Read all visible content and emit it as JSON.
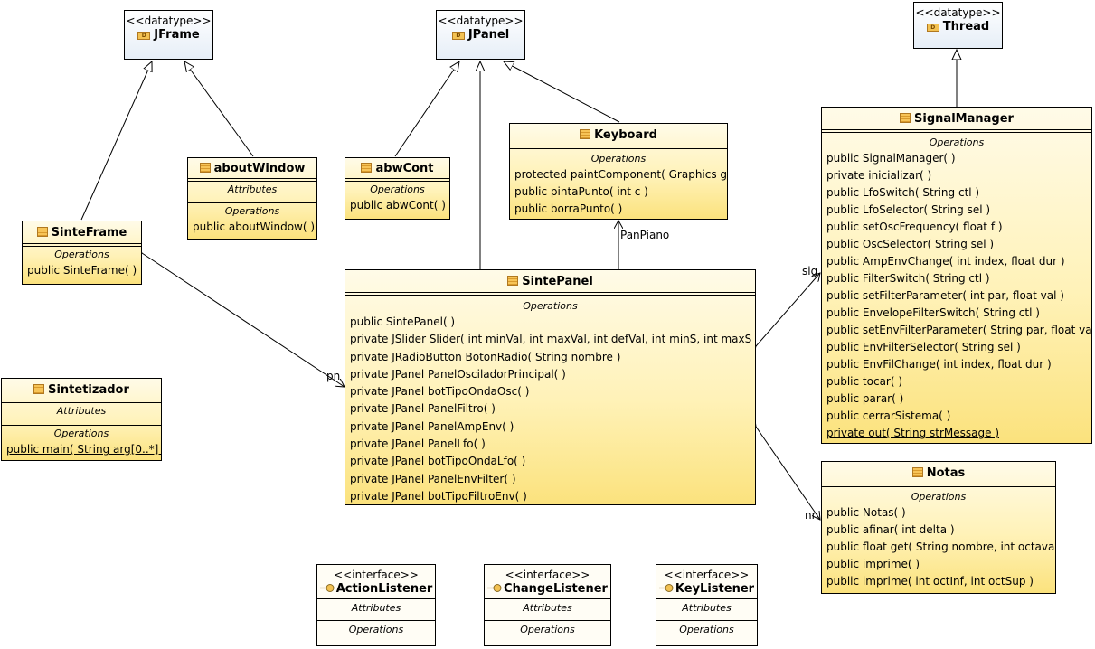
{
  "classes": {
    "jframe": {
      "stereotype": "<<datatype>>",
      "name": "JFrame"
    },
    "jpanel": {
      "stereotype": "<<datatype>>",
      "name": "JPanel"
    },
    "thread": {
      "stereotype": "<<datatype>>",
      "name": "Thread"
    },
    "about_window": {
      "name": "aboutWindow",
      "attributes_label": "Attributes",
      "operations_label": "Operations",
      "operations": [
        "public aboutWindow(  )"
      ]
    },
    "abw_cont": {
      "name": "abwCont",
      "operations_label": "Operations",
      "operations": [
        "public abwCont(  )"
      ]
    },
    "keyboard": {
      "name": "Keyboard",
      "operations_label": "Operations",
      "operations": [
        "protected paintComponent( Graphics g )",
        "public pintaPunto( int c )",
        "public borraPunto(  )"
      ]
    },
    "signal_manager": {
      "name": "SignalManager",
      "operations_label": "Operations",
      "operations": [
        "public SignalManager(  )",
        "private inicializar(  )",
        "public LfoSwitch( String ctl )",
        "public LfoSelector( String sel )",
        "public setOscFrequency( float f )",
        "public OscSelector( String sel )",
        "public AmpEnvChange( int index, float dur )",
        "public FilterSwitch( String ctl )",
        "public setFilterParameter( int par, float val )",
        "public EnvelopeFilterSwitch( String ctl )",
        "public setEnvFilterParameter( String par, float val )",
        "public EnvFilterSelector( String sel )",
        "public EnvFilChange( int index, float dur )",
        "public tocar(  )",
        "public parar(  )",
        "public cerrarSistema(  )"
      ],
      "static_operation": "private out( String strMessage )"
    },
    "sinte_frame": {
      "name": "SinteFrame",
      "operations_label": "Operations",
      "operations": [
        "public SinteFrame(  )"
      ]
    },
    "sinte_panel": {
      "name": "SintePanel",
      "operations_label": "Operations",
      "operations": [
        "public SintePanel(  )",
        "private JSlider  Slider( int minVal, int maxVal, int defVal, int minS, int maxS )",
        "private JRadioButton  BotonRadio( String nombre )",
        "private JPanel  PanelOsciladorPrincipal(  )",
        "private JPanel  botTipoOndaOsc(  )",
        "private JPanel  PanelFiltro(  )",
        "private JPanel  PanelAmpEnv(  )",
        "private JPanel  PanelLfo(  )",
        "private JPanel  botTipoOndaLfo(  )",
        "private JPanel  PanelEnvFilter(  )",
        "private JPanel  botTipoFiltroEnv(  )"
      ]
    },
    "sintetizador": {
      "name": "Sintetizador",
      "attributes_label": "Attributes",
      "operations_label": "Operations",
      "static_operation": "public main( String arg[0..*] )"
    },
    "notas": {
      "name": "Notas",
      "operations_label": "Operations",
      "operations": [
        "public Notas(  )",
        "public afinar( int delta )",
        "public float  get( String nombre, int octava )",
        "public imprime(  )",
        "public imprime( int octInf, int octSup )"
      ]
    },
    "action_listener": {
      "stereotype": "<<interface>>",
      "name": "ActionListener",
      "attributes_label": "Attributes",
      "operations_label": "Operations"
    },
    "change_listener": {
      "stereotype": "<<interface>>",
      "name": "ChangeListener",
      "attributes_label": "Attributes",
      "operations_label": "Operations"
    },
    "key_listener": {
      "stereotype": "<<interface>>",
      "name": "KeyListener",
      "attributes_label": "Attributes",
      "operations_label": "Operations"
    }
  },
  "associations": {
    "panpiano": "PanPiano",
    "sig": "sig",
    "pn": "pn",
    "nn": "nn"
  }
}
